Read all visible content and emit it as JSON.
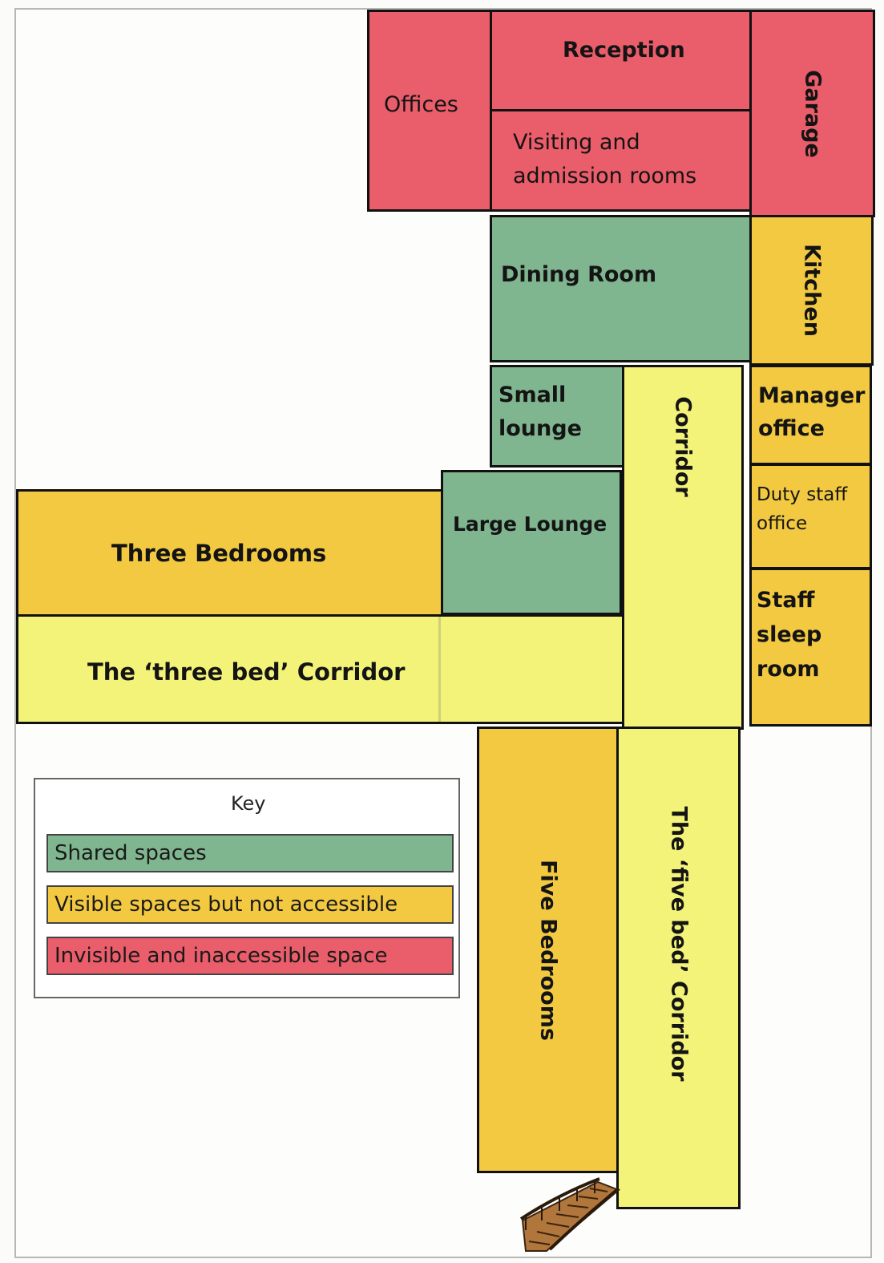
{
  "colors": {
    "invisible_inaccessible": "#ea5d6a",
    "visible_not_accessible": "#f2c940",
    "shared": "#7fb58f",
    "corridor": "#f3f37a"
  },
  "rooms": {
    "offices": "Offices",
    "reception": "Reception",
    "visiting": "Visiting  and\nadmission rooms",
    "garage": "Garage",
    "kitchen": "Kitchen",
    "dining": "Dining Room",
    "small_lounge": "Small\nlounge",
    "corridor": "Corridor",
    "manager_office": "Manager\noffice",
    "duty_staff_office": "Duty staff\noffice",
    "large_lounge": "Large Lounge",
    "three_bedrooms": "Three Bedrooms",
    "staff_sleep_room": "Staff\nsleep\nroom",
    "three_bed_corridor": "The ‘three bed’ Corridor",
    "five_bedrooms": "Five Bedrooms",
    "five_bed_corridor": "The ‘five bed’ Corridor"
  },
  "legend": {
    "title": "Key",
    "items": [
      {
        "label": "Shared spaces",
        "color": "#7fb58f"
      },
      {
        "label": "Visible spaces but not accessible",
        "color": "#f2c940"
      },
      {
        "label": "Invisible and inaccessible space",
        "color": "#ea5d6a"
      }
    ]
  },
  "icons": {
    "stairs": "stairs-icon"
  }
}
